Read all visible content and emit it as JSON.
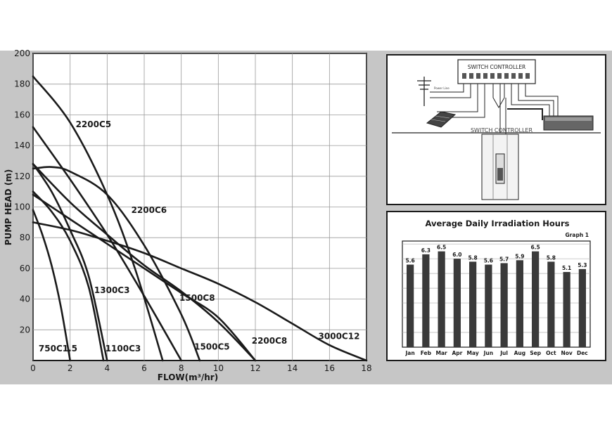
{
  "chart_data": [
    {
      "type": "line",
      "title": "",
      "xlabel": "FLOW(m³/hr)",
      "ylabel": "PUMP HEAD (m)",
      "xlim": [
        0,
        18
      ],
      "ylim": [
        0,
        200
      ],
      "xticks": [
        0,
        2,
        4,
        6,
        8,
        10,
        12,
        14,
        16,
        18
      ],
      "yticks": [
        20,
        40,
        60,
        80,
        100,
        120,
        140,
        160,
        180,
        200
      ],
      "grid": true,
      "series": [
        {
          "name": "750C1.5",
          "points": [
            [
              0,
              98
            ],
            [
              0.5,
              82
            ],
            [
              1,
              62
            ],
            [
              1.5,
              35
            ],
            [
              2,
              0
            ]
          ]
        },
        {
          "name": "1100C3",
          "points": [
            [
              0,
              110
            ],
            [
              1,
              97
            ],
            [
              2,
              78
            ],
            [
              3,
              48
            ],
            [
              3.8,
              0
            ]
          ]
        },
        {
          "name": "1300C3",
          "points": [
            [
              0,
              128
            ],
            [
              1,
              110
            ],
            [
              2,
              85
            ],
            [
              3,
              55
            ],
            [
              4,
              0
            ]
          ]
        },
        {
          "name": "2200C5",
          "points": [
            [
              0,
              185
            ],
            [
              2,
              155
            ],
            [
              4,
              108
            ],
            [
              5.5,
              60
            ],
            [
              7,
              0
            ]
          ]
        },
        {
          "name": "2200C6",
          "points": [
            [
              0,
              152
            ],
            [
              2,
              118
            ],
            [
              4,
              82
            ],
            [
              6,
              42
            ],
            [
              8,
              0
            ]
          ]
        },
        {
          "name": "1500C5",
          "points": [
            [
              0,
              125
            ],
            [
              1,
              126
            ],
            [
              2,
              123
            ],
            [
              4,
              108
            ],
            [
              6,
              75
            ],
            [
              8,
              30
            ],
            [
              9,
              0
            ]
          ]
        },
        {
          "name": "1500C8",
          "points": [
            [
              0,
              108
            ],
            [
              2,
              92
            ],
            [
              4,
              76
            ],
            [
              6,
              60
            ],
            [
              8,
              44
            ],
            [
              10,
              28
            ],
            [
              12,
              0
            ]
          ]
        },
        {
          "name": "2200C8",
          "points": [
            [
              0,
              128
            ],
            [
              2,
              103
            ],
            [
              4,
              82
            ],
            [
              6,
              62
            ],
            [
              8,
              45
            ],
            [
              10,
              25
            ],
            [
              12,
              0
            ]
          ]
        },
        {
          "name": "3000C12",
          "points": [
            [
              0,
              90
            ],
            [
              2,
              85
            ],
            [
              4,
              78
            ],
            [
              6,
              70
            ],
            [
              8,
              60
            ],
            [
              10,
              50
            ],
            [
              12,
              38
            ],
            [
              14,
              24
            ],
            [
              16,
              10
            ],
            [
              18,
              0
            ]
          ]
        }
      ],
      "labels": [
        {
          "text": "2200C5",
          "x": 2.3,
          "y": 152
        },
        {
          "text": "2200C6",
          "x": 5.3,
          "y": 96
        },
        {
          "text": "1300C3",
          "x": 3.3,
          "y": 44
        },
        {
          "text": "1500C8",
          "x": 7.9,
          "y": 39
        },
        {
          "text": "750C1.5",
          "x": 0.3,
          "y": 6
        },
        {
          "text": "1100C3",
          "x": 3.9,
          "y": 6
        },
        {
          "text": "1500C5",
          "x": 8.7,
          "y": 7
        },
        {
          "text": "2200C8",
          "x": 11.8,
          "y": 11
        },
        {
          "text": "3000C12",
          "x": 15.4,
          "y": 14
        }
      ]
    },
    {
      "type": "bar",
      "title": "Average Daily Irradiation Hours",
      "subtitle": "Graph 1",
      "categories": [
        "Jan",
        "Feb",
        "Mar",
        "Apr",
        "May",
        "Jun",
        "Jul",
        "Aug",
        "Sep",
        "Oct",
        "Nov",
        "Dec"
      ],
      "values": [
        5.6,
        6.3,
        6.5,
        6.0,
        5.8,
        5.6,
        5.7,
        5.9,
        6.5,
        5.8,
        5.1,
        5.3
      ],
      "value_labels": [
        "5.6",
        "6.3",
        "6.5",
        "6.0",
        "5.8",
        "5.6",
        "5.7",
        "5.9",
        "6.5",
        "5.8",
        "5.1",
        "5.3"
      ],
      "ylim": [
        0,
        7.2
      ],
      "grid": true,
      "bar_color": "#3a3a3a"
    }
  ],
  "diagram": {
    "top_label": "SWITCH CONTROLLER",
    "mid_label": "SWITCH CONTROLLER",
    "pole_label": "Power Line"
  }
}
